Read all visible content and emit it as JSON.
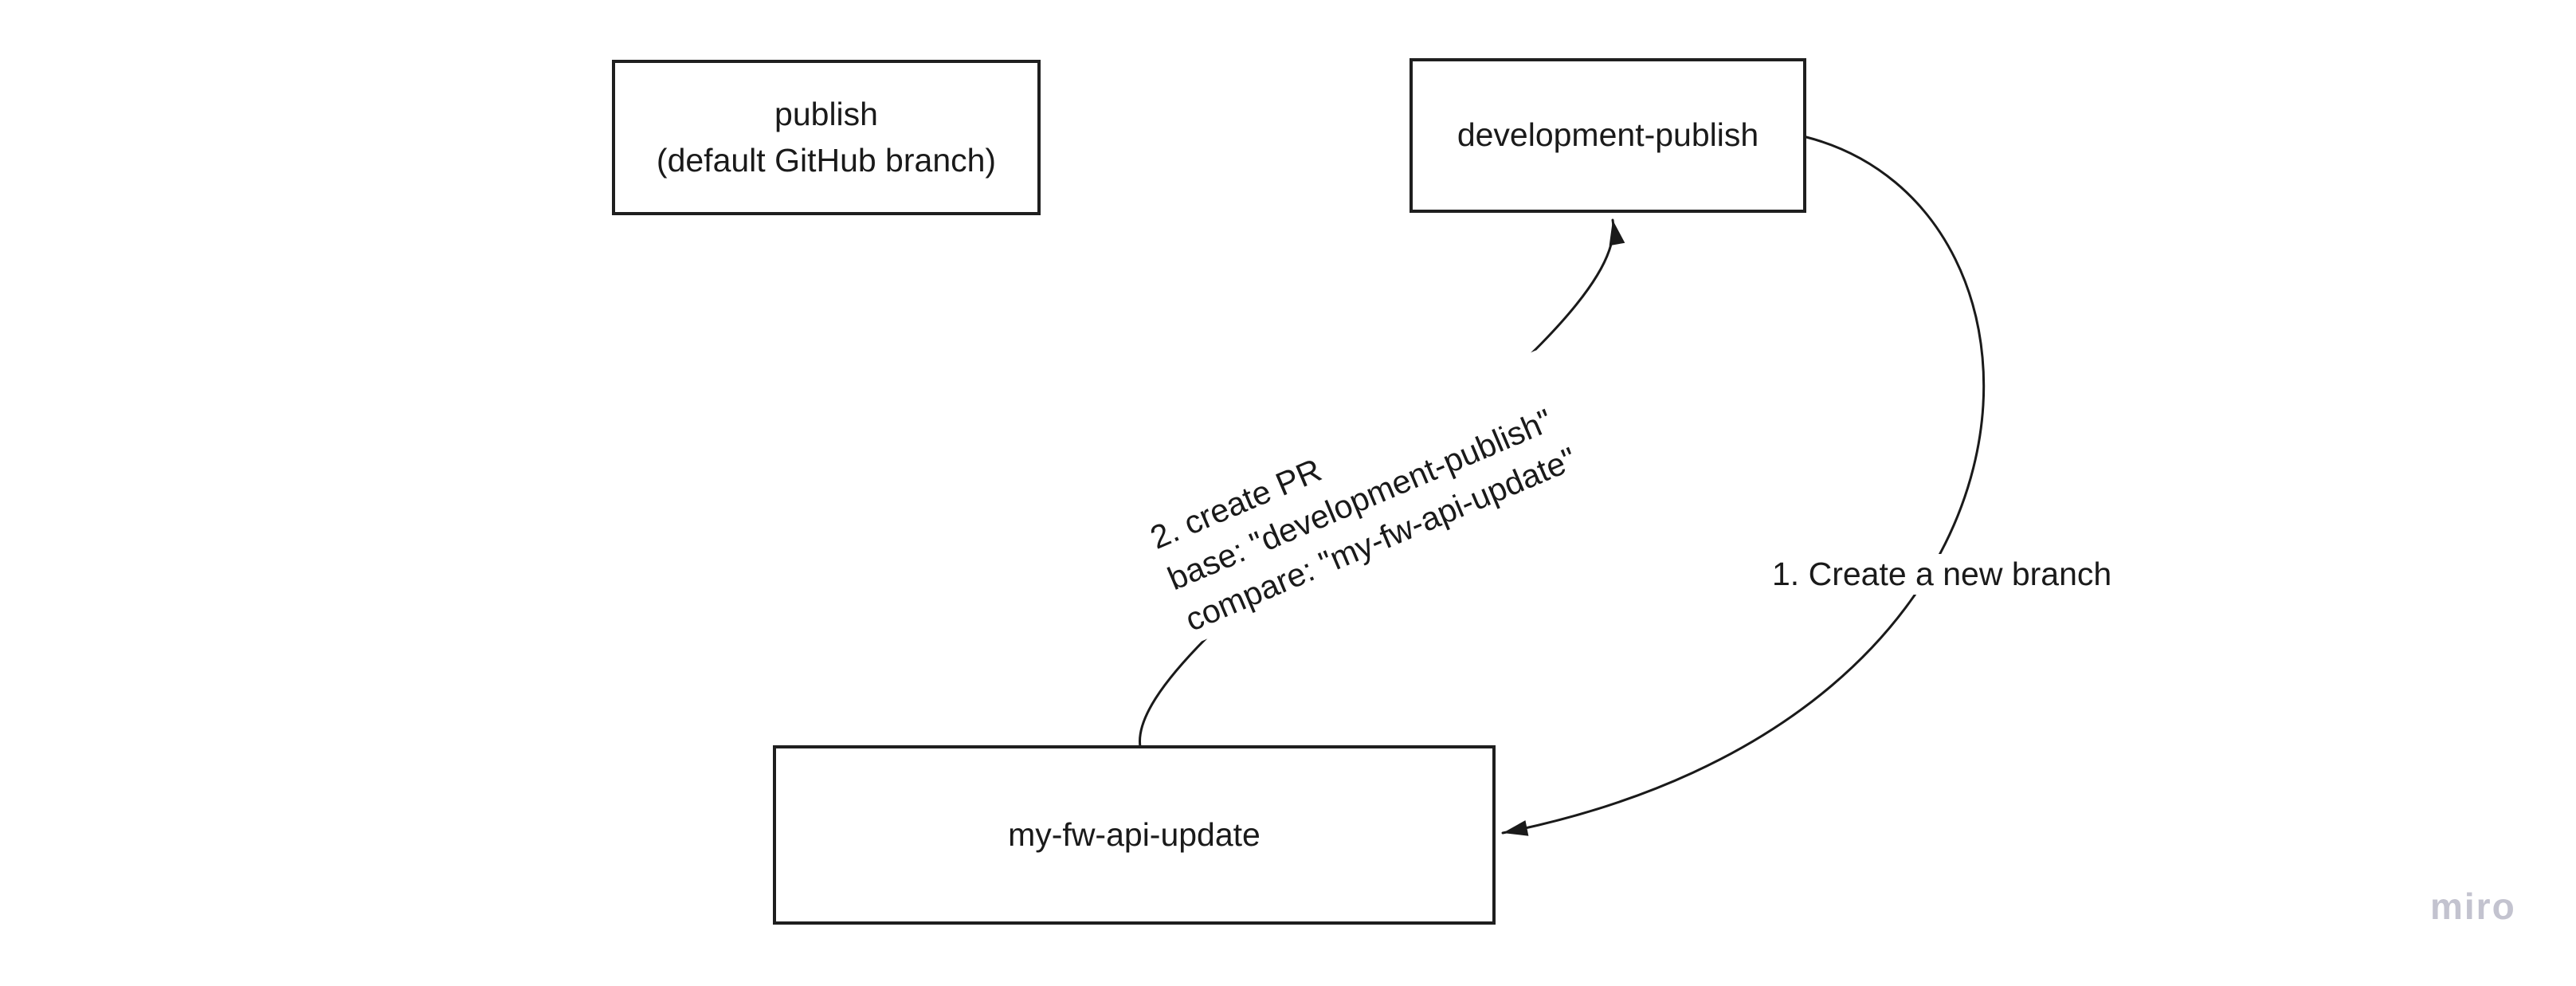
{
  "canvas": {
    "background": "#ffffff",
    "stroke_color": "#1a1a1a",
    "node_border_color": "#1f1f1f"
  },
  "nodes": {
    "publish": {
      "label": "publish",
      "sublabel": "(default GitHub branch)"
    },
    "development_publish": {
      "label": "development-publish"
    },
    "my_fw_api_update": {
      "label": "my-fw-api-update"
    }
  },
  "connectors": {
    "create_branch": {
      "label": "1. Create a new branch",
      "from": "development-publish",
      "to": "my-fw-api-update"
    },
    "create_pr": {
      "lines": [
        "2. create PR",
        "base: \"development-publish\"",
        "compare: \"my-fw-api-update\""
      ],
      "from": "my-fw-api-update",
      "to": "development-publish"
    }
  },
  "watermark": {
    "label": "miro",
    "color": "#c3c3cf"
  }
}
